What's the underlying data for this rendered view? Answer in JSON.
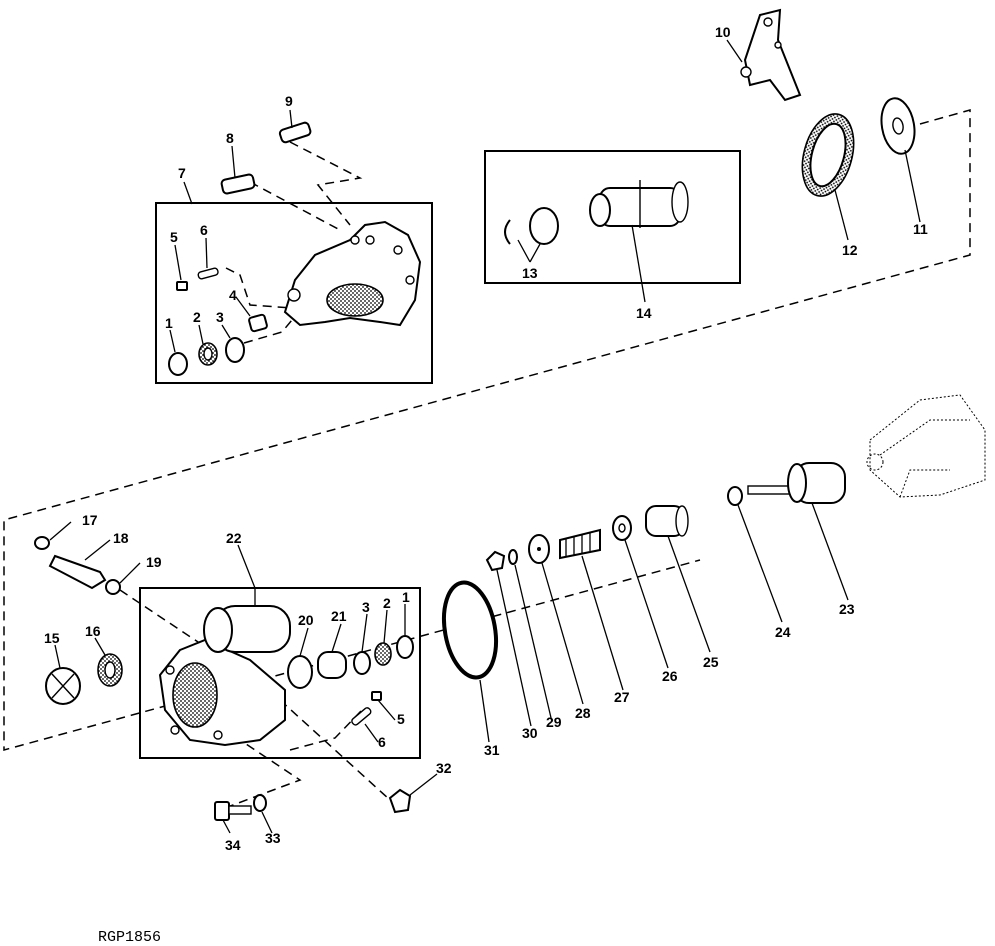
{
  "figure_id": "RGP1856",
  "callouts": {
    "c1a": "1",
    "c2a": "2",
    "c3a": "3",
    "c4": "4",
    "c5a": "5",
    "c6a": "6",
    "c7": "7",
    "c8": "8",
    "c9": "9",
    "c10": "10",
    "c11": "11",
    "c12": "12",
    "c13": "13",
    "c14": "14",
    "c15": "15",
    "c16": "16",
    "c17": "17",
    "c18": "18",
    "c19": "19",
    "c20": "20",
    "c21": "21",
    "c22": "22",
    "c23": "23",
    "c24": "24",
    "c25": "25",
    "c26": "26",
    "c27": "27",
    "c28": "28",
    "c29": "29",
    "c30": "30",
    "c31": "31",
    "c32": "32",
    "c33": "33",
    "c34": "34",
    "c1b": "1",
    "c2b": "2",
    "c3b": "3",
    "c5b": "5",
    "c6b": "6"
  }
}
